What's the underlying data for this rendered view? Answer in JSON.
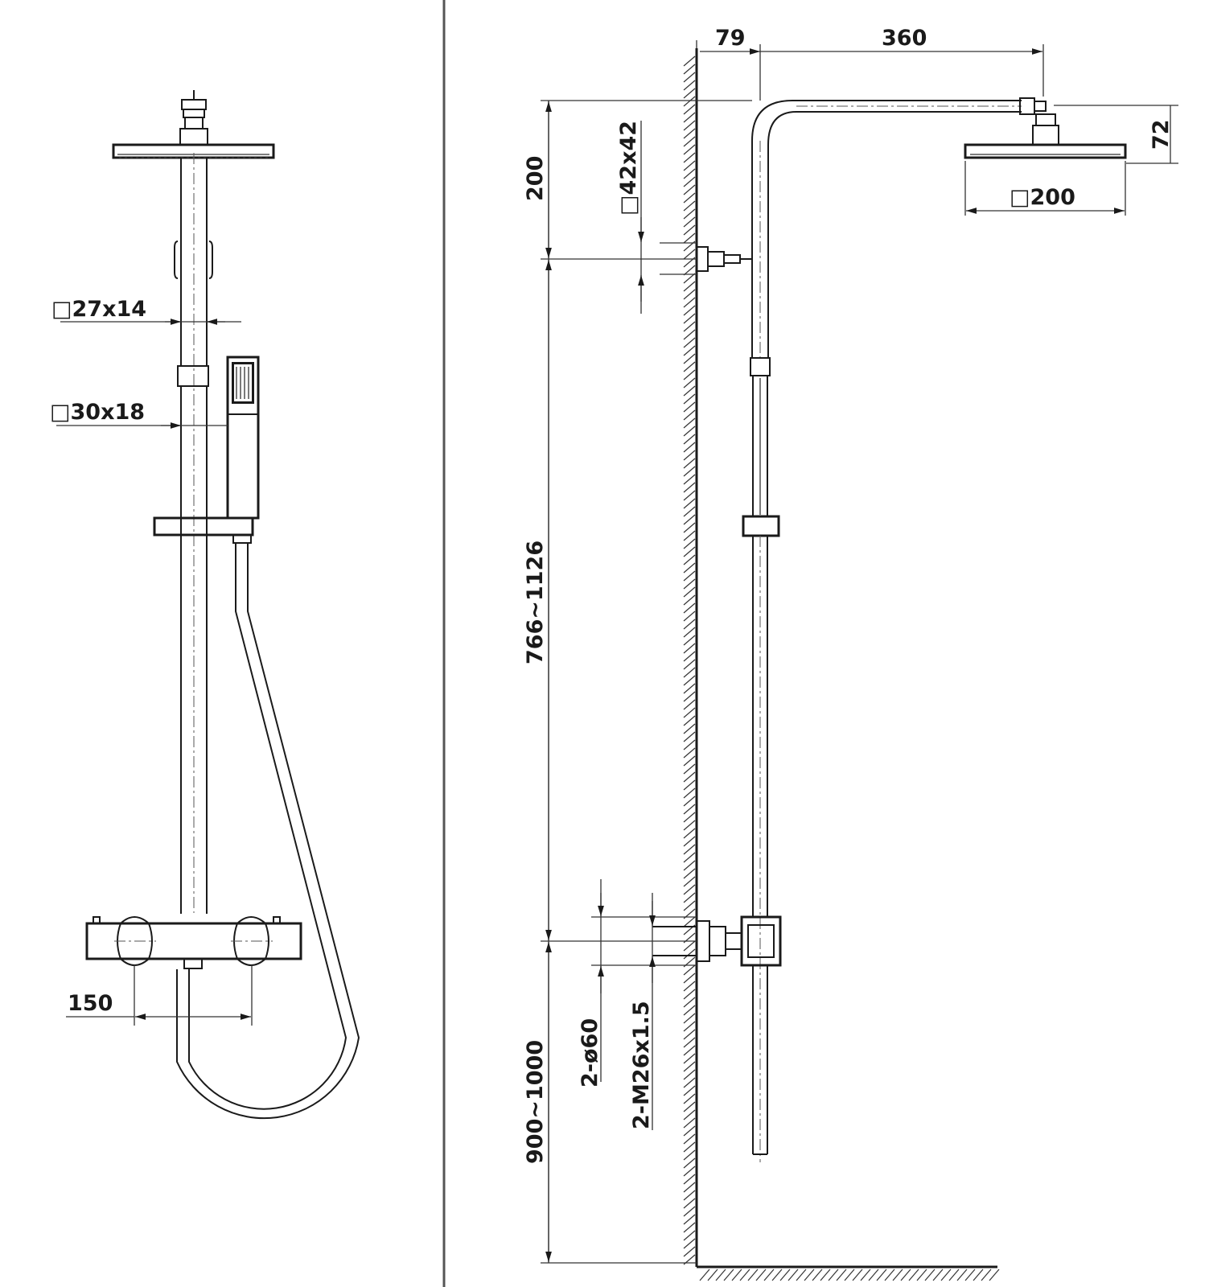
{
  "front_view": {
    "dim_slide_rail": "□27x14",
    "dim_hand_shower": "□30x18",
    "dim_inlet_spacing": "150"
  },
  "side_view": {
    "dim_wall_offset": "79",
    "dim_arm_length": "360",
    "dim_head_drop": "72",
    "dim_head_size": "□200",
    "dim_top_bracket": "□42x42",
    "dim_top_section": "200",
    "dim_rail_range": "766~1126",
    "dim_mixer_height": "900~1000",
    "dim_flange": "2-ø60",
    "dim_thread": "2-M26x1.5"
  }
}
